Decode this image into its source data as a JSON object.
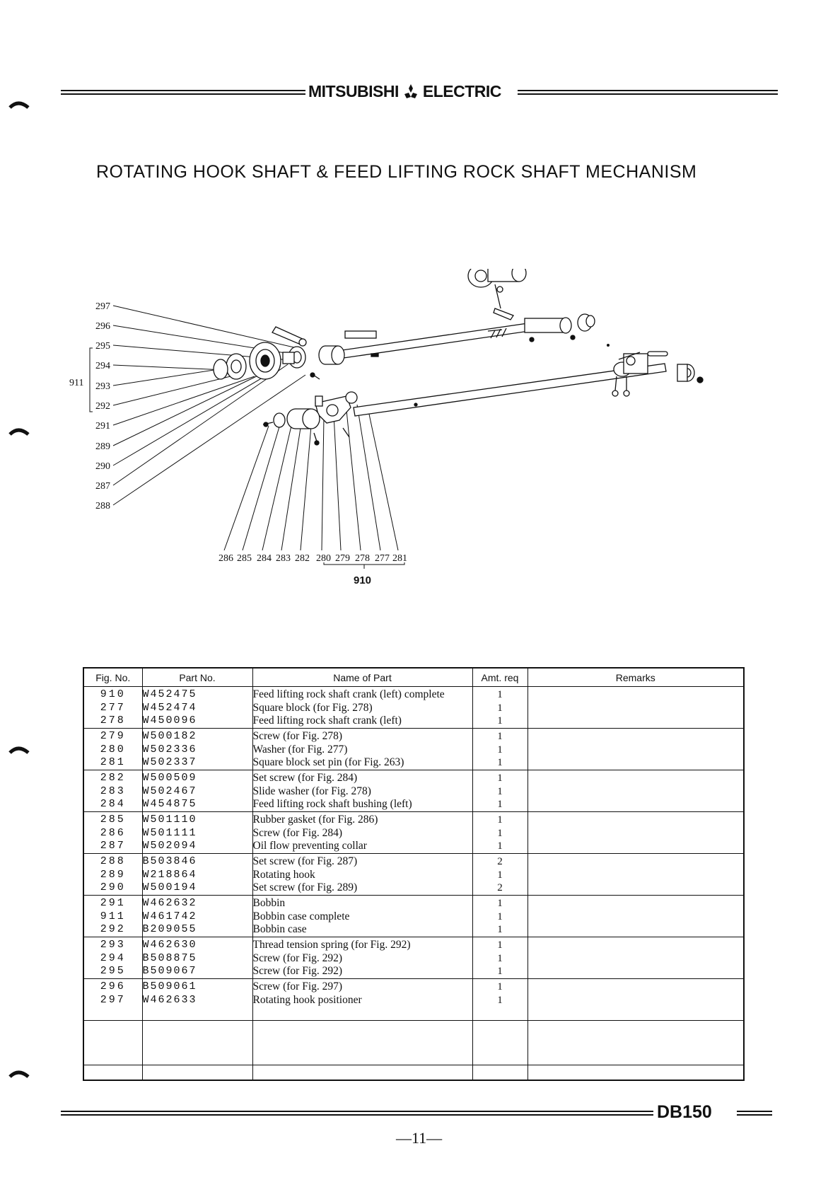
{
  "header": {
    "brand_left": "MITSUBISHI",
    "brand_right": "ELECTRIC",
    "title": "ROTATING HOOK SHAFT & FEED LIFTING ROCK SHAFT MECHANISM"
  },
  "diagram": {
    "left_callouts": [
      "297",
      "296",
      "295",
      "294",
      "293",
      "292",
      "291",
      "289",
      "290",
      "287",
      "288"
    ],
    "group_left": "911",
    "bottom_callouts": [
      "286",
      "285",
      "284",
      "283",
      "282",
      "280",
      "279",
      "278",
      "277",
      "281"
    ],
    "group_bottom": "910"
  },
  "table": {
    "headers": {
      "fig_no": "Fig. No.",
      "part_no": "Part No.",
      "name": "Name of Part",
      "amt": "Amt. req",
      "remarks": "Remarks"
    },
    "groups": [
      {
        "fig": [
          "910",
          "277",
          "278"
        ],
        "part": [
          "W452475",
          "W452474",
          "W450096"
        ],
        "name": [
          "Feed lifting rock shaft crank (left) complete",
          "Square block (for Fig. 278)",
          "Feed lifting rock shaft crank (left)"
        ],
        "amt": [
          "1",
          "1",
          "1"
        ]
      },
      {
        "fig": [
          "279",
          "280",
          "281"
        ],
        "part": [
          "W500182",
          "W502336",
          "W502337"
        ],
        "name": [
          "Screw (for Fig. 278)",
          "Washer (for Fig. 277)",
          "Square block set pin (for Fig. 263)"
        ],
        "amt": [
          "1",
          "1",
          "1"
        ]
      },
      {
        "fig": [
          "282",
          "283",
          "284"
        ],
        "part": [
          "W500509",
          "W502467",
          "W454875"
        ],
        "name": [
          "Set screw (for Fig. 284)",
          "Slide washer (for Fig. 278)",
          "Feed lifting rock shaft bushing (left)"
        ],
        "amt": [
          "1",
          "1",
          "1"
        ]
      },
      {
        "fig": [
          "285",
          "286",
          "287"
        ],
        "part": [
          "W501110",
          "W501111",
          "W502094"
        ],
        "name": [
          "Rubber gasket (for Fig. 286)",
          "Screw (for Fig. 284)",
          "Oil flow preventing collar"
        ],
        "amt": [
          "1",
          "1",
          "1"
        ]
      },
      {
        "fig": [
          "288",
          "289",
          "290"
        ],
        "part": [
          "B503846",
          "W218864",
          "W500194"
        ],
        "name": [
          "Set screw (for Fig. 287)",
          "Rotating hook",
          "Set screw (for Fig. 289)"
        ],
        "amt": [
          "2",
          "1",
          "2"
        ]
      },
      {
        "fig": [
          "291",
          "911",
          "292"
        ],
        "part": [
          "W462632",
          "W461742",
          "B209055"
        ],
        "name": [
          "Bobbin",
          "Bobbin case complete",
          "Bobbin case"
        ],
        "amt": [
          "1",
          "1",
          "1"
        ]
      },
      {
        "fig": [
          "293",
          "294",
          "295"
        ],
        "part": [
          "W462630",
          "B508875",
          "B509067"
        ],
        "name": [
          "Thread tension spring (for Fig. 292)",
          "Screw (for Fig. 292)",
          "Screw (for Fig. 292)"
        ],
        "amt": [
          "1",
          "1",
          "1"
        ]
      },
      {
        "fig": [
          "296",
          "297"
        ],
        "part": [
          "B509061",
          "W462633"
        ],
        "name": [
          "Screw (for Fig. 297)",
          "Rotating hook positioner"
        ],
        "amt": [
          "1",
          "1"
        ]
      }
    ]
  },
  "footer": {
    "model": "DB150",
    "page": "—11—"
  }
}
